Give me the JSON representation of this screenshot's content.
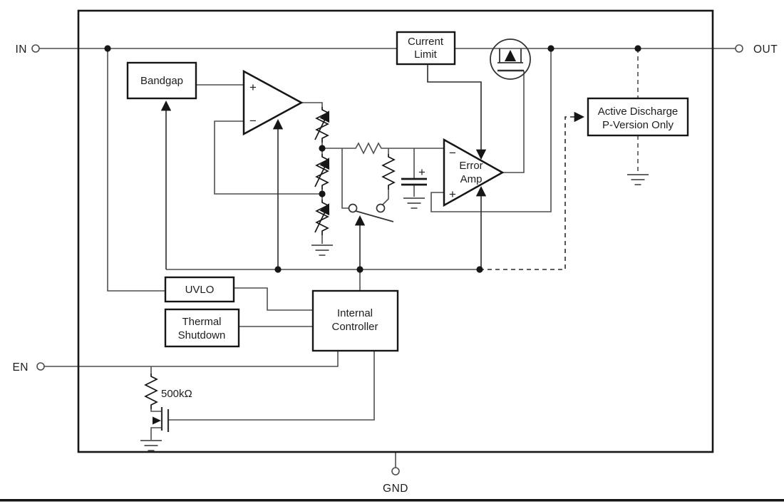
{
  "figure": {
    "pins": {
      "in": "IN",
      "out": "OUT",
      "en": "EN",
      "gnd": "GND"
    },
    "blocks": {
      "bandgap": "Bandgap",
      "current_limit": [
        "Current",
        "Limit"
      ],
      "uvlo": "UVLO",
      "thermal_shutdown": [
        "Thermal",
        "Shutdown"
      ],
      "internal_controller": [
        "Internal",
        "Controller"
      ],
      "error_amp": [
        "Error",
        "Amp"
      ],
      "active_discharge": [
        "Active Discharge",
        "P-Version Only"
      ]
    },
    "labels": {
      "pullup_resistor": "500kΩ",
      "plus": "+",
      "minus": "−",
      "cap_polarity": "+"
    },
    "colors": {
      "wire": "#4f4f4f",
      "outline": "#161616",
      "background": "#ffffff"
    }
  }
}
